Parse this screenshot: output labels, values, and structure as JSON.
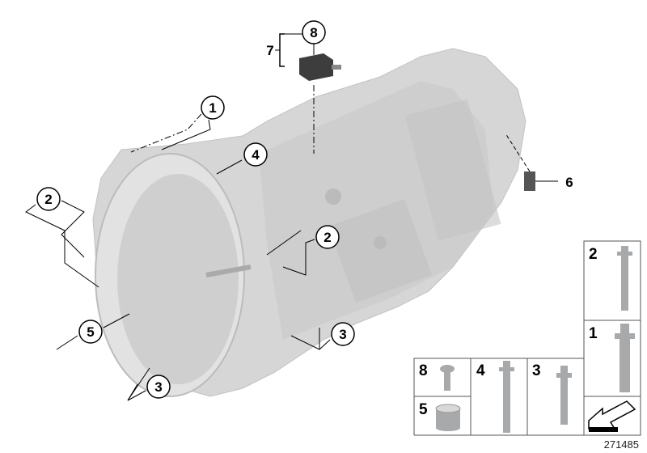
{
  "callouts": {
    "c8": "8",
    "c7": "7",
    "c1": "1",
    "c4": "4",
    "c6": "6",
    "c2a": "2",
    "c2b": "2",
    "c5": "5",
    "c3a": "3",
    "c3b": "3"
  },
  "parts_table": {
    "cells": [
      {
        "label": "2",
        "part": "bolt-long-threaded-tip"
      },
      {
        "label": "1",
        "part": "bolt-torx-head"
      },
      {
        "label": "8",
        "part": "screw-torx-pan-head"
      },
      {
        "label": "4",
        "part": "bolt-long-flange"
      },
      {
        "label": "3",
        "part": "bolt-flange-medium"
      },
      {
        "label": "5",
        "part": "dowel-sleeve"
      }
    ]
  },
  "reference_number": "271485",
  "colors": {
    "housing": "#d4d4d4",
    "housing_shade": "#bdbdbd",
    "parts": "#a7a9ab",
    "lines": "#000000"
  }
}
